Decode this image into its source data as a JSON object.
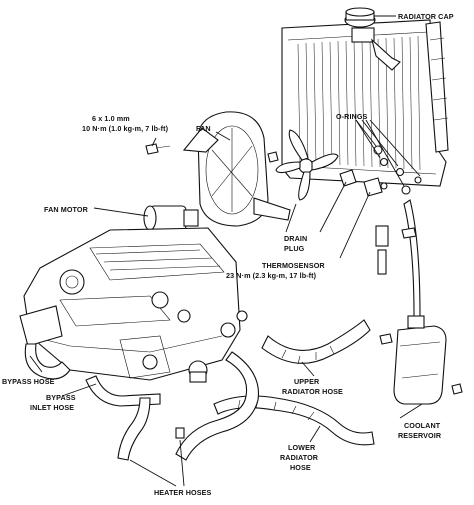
{
  "labels": {
    "radiator_cap": "RADIATOR CAP",
    "bolt_spec_1": "6 x 1.0 mm",
    "bolt_spec_2": "10 N·m (1.0 kg-m, 7 lb-ft)",
    "fan": "FAN",
    "o_rings": "O-RINGS",
    "fan_motor": "FAN MOTOR",
    "drain_plug_1": "DRAIN",
    "drain_plug_2": "PLUG",
    "thermosensor_1": "THERMOSENSOR",
    "thermosensor_2": "23 N·m (2.3 kg-m, 17 lb-ft)",
    "bypass_hose": "BYPASS HOSE",
    "bypass_inlet_1": "BYPASS",
    "bypass_inlet_2": "INLET HOSE",
    "upper_rad_1": "UPPER",
    "upper_rad_2": "RADIATOR HOSE",
    "coolant_1": "COOLANT",
    "coolant_2": "RESERVOIR",
    "lower_rad_1": "LOWER",
    "lower_rad_2": "RADIATOR",
    "lower_rad_3": "HOSE",
    "heater_hoses": "HEATER HOSES"
  }
}
